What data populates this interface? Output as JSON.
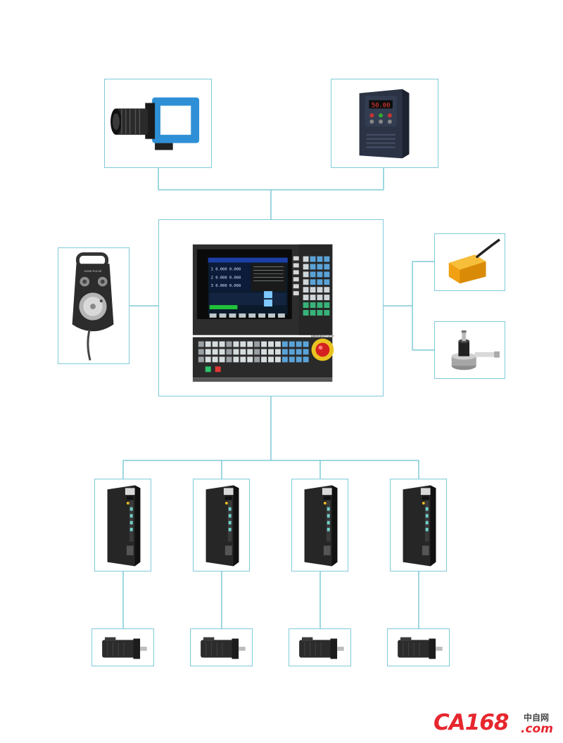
{
  "diagram": {
    "line_color": "#7fcad9",
    "nodes": [
      {
        "id": "industrial-camera",
        "icon": "industrial-camera-icon"
      },
      {
        "id": "frequency-inverter",
        "icon": "inverter-icon"
      },
      {
        "id": "cnc-controller",
        "icon": "cnc-controller-icon"
      },
      {
        "id": "handwheel-pendant",
        "icon": "handwheel-icon"
      },
      {
        "id": "proximity-sensor",
        "icon": "proximity-sensor-icon"
      },
      {
        "id": "tool-setter",
        "icon": "tool-setter-icon"
      },
      {
        "id": "servo-drive",
        "icon": "servo-drive-icon",
        "count": 4
      },
      {
        "id": "servo-motor",
        "icon": "servo-motor-icon",
        "count": 4
      }
    ],
    "controller_screen": {
      "pos_rows": [
        "1  0.000   0.000",
        "2  0.000   0.000",
        "3  0.000   0.000"
      ]
    },
    "inverter_display": "50.00",
    "estop_label": "EMERGENCY STOP",
    "pendant_label": "HAND PULSE"
  },
  "watermark": {
    "brand": "CA168",
    "cn_text": "中自网",
    "domain": ".com"
  }
}
